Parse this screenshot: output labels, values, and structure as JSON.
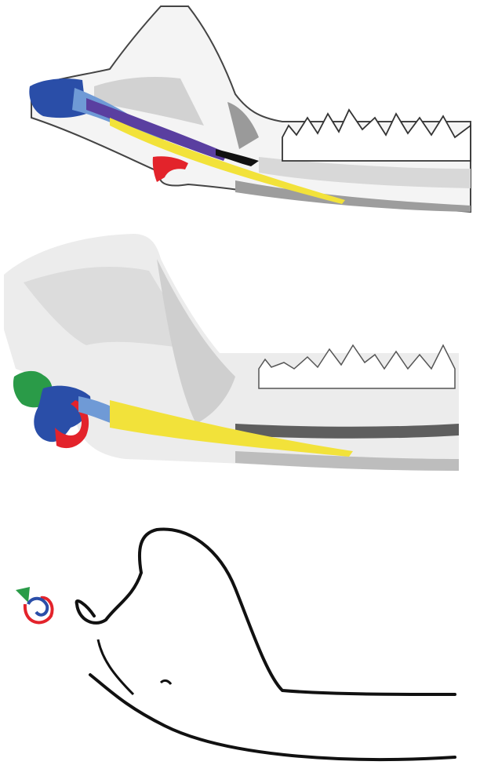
{
  "figure": {
    "panels": [
      {
        "id": "upper",
        "style": "shaded-with-colored-elements"
      },
      {
        "id": "middle",
        "style": "shaded-with-colored-elements"
      },
      {
        "id": "lower",
        "style": "outline-with-colored-elements"
      }
    ],
    "colors": {
      "dark_blue": "#2a4ea8",
      "light_blue": "#6f9ad6",
      "purple": "#5a3fa0",
      "yellow": "#f2e23a",
      "red": "#e3232b",
      "green": "#2a9b48",
      "black": "#111111",
      "bone_light": "#ececec",
      "bone_mid": "#c9c9c9",
      "bone_dark": "#8c8c8c"
    }
  }
}
